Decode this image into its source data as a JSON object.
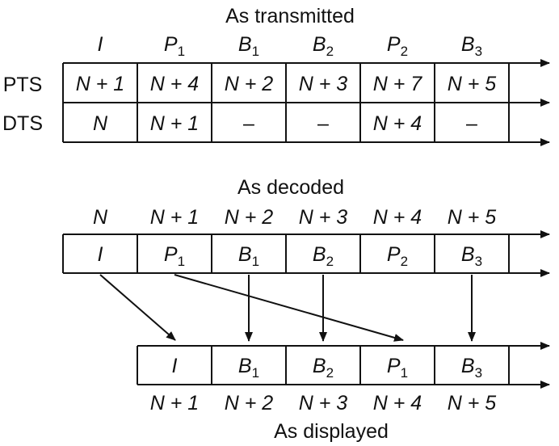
{
  "transmitted": {
    "title": "As transmitted",
    "frames": [
      {
        "base": "I",
        "sub": ""
      },
      {
        "base": "P",
        "sub": "1"
      },
      {
        "base": "B",
        "sub": "1"
      },
      {
        "base": "B",
        "sub": "2"
      },
      {
        "base": "P",
        "sub": "2"
      },
      {
        "base": "B",
        "sub": "3"
      }
    ],
    "pts_label": "PTS",
    "dts_label": "DTS",
    "pts": [
      "N + 1",
      "N + 4",
      "N + 2",
      "N + 3",
      "N + 7",
      "N + 5"
    ],
    "dts": [
      "N",
      "N + 1",
      "–",
      "–",
      "N + 4",
      "–"
    ]
  },
  "decoded": {
    "title": "As decoded",
    "times": [
      "N",
      "N + 1",
      "N + 2",
      "N + 3",
      "N + 4",
      "N + 5"
    ],
    "frames": [
      {
        "base": "I",
        "sub": ""
      },
      {
        "base": "P",
        "sub": "1"
      },
      {
        "base": "B",
        "sub": "1"
      },
      {
        "base": "B",
        "sub": "2"
      },
      {
        "base": "P",
        "sub": "2"
      },
      {
        "base": "B",
        "sub": "3"
      }
    ]
  },
  "displayed": {
    "title": "As displayed",
    "frames": [
      {
        "base": "I",
        "sub": ""
      },
      {
        "base": "B",
        "sub": "1"
      },
      {
        "base": "B",
        "sub": "2"
      },
      {
        "base": "P",
        "sub": "1"
      },
      {
        "base": "B",
        "sub": "3"
      }
    ],
    "times": [
      "N + 1",
      "N + 2",
      "N + 3",
      "N + 4",
      "N + 5"
    ]
  }
}
